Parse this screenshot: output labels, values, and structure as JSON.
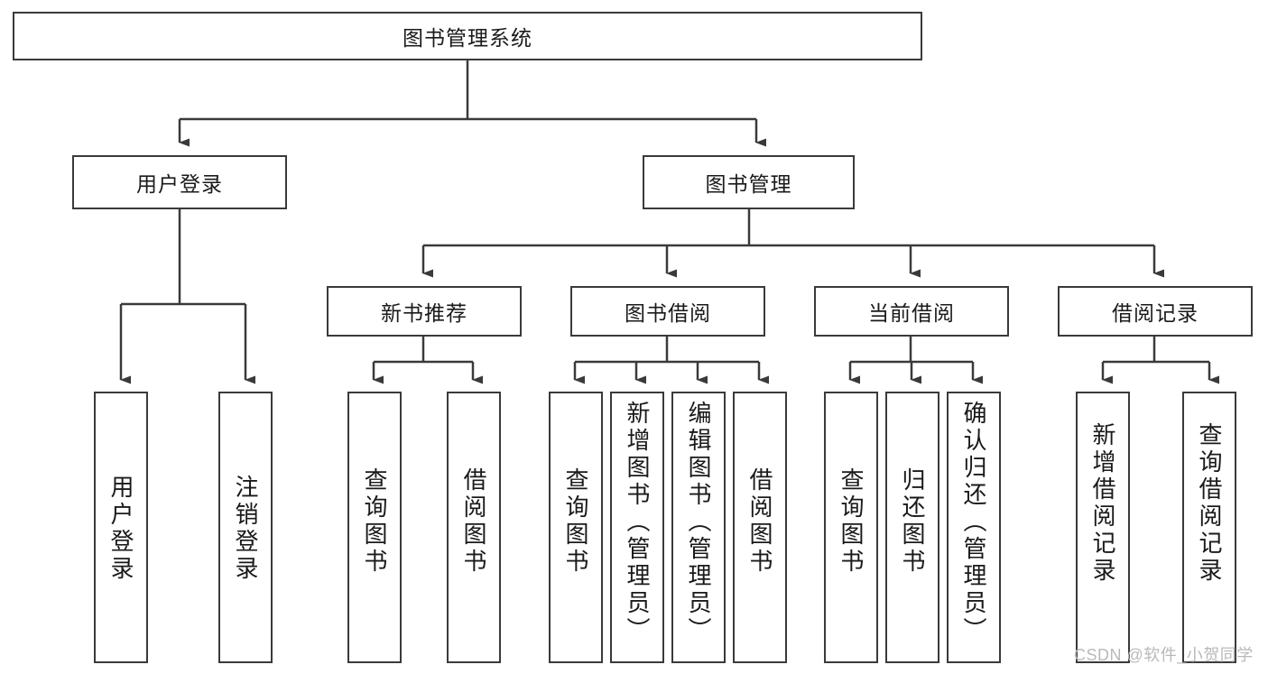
{
  "diagram": {
    "title": "图书管理系统",
    "root": {
      "label": "图书管理系统"
    },
    "level1": [
      {
        "label": "用户登录"
      },
      {
        "label": "图书管理"
      }
    ],
    "level2": [
      {
        "label": "新书推荐"
      },
      {
        "label": "图书借阅"
      },
      {
        "label": "当前借阅"
      },
      {
        "label": "借阅记录"
      }
    ],
    "leaves": {
      "user_login": [
        {
          "label": "用户登录"
        },
        {
          "label": "注销登录"
        }
      ],
      "new_book_recommend": [
        {
          "label": "查询图书"
        },
        {
          "label": "借阅图书"
        }
      ],
      "book_borrow": [
        {
          "label": "查询图书"
        },
        {
          "label": "新增图书（管理员）"
        },
        {
          "label": "编辑图书（管理员）"
        },
        {
          "label": "借阅图书"
        }
      ],
      "current_borrow": [
        {
          "label": "查询图书"
        },
        {
          "label": "归还图书"
        },
        {
          "label": "确认归还（管理员）"
        }
      ],
      "borrow_record": [
        {
          "label": "新增借阅记录"
        },
        {
          "label": "查询借阅记录"
        }
      ]
    }
  },
  "watermark": {
    "text": "CSDN @软件_小贺同学"
  },
  "colors": {
    "stroke": "#3a3a3a",
    "background": "#ffffff",
    "text": "#1a1a1a",
    "watermark": "#b9b9b9"
  }
}
